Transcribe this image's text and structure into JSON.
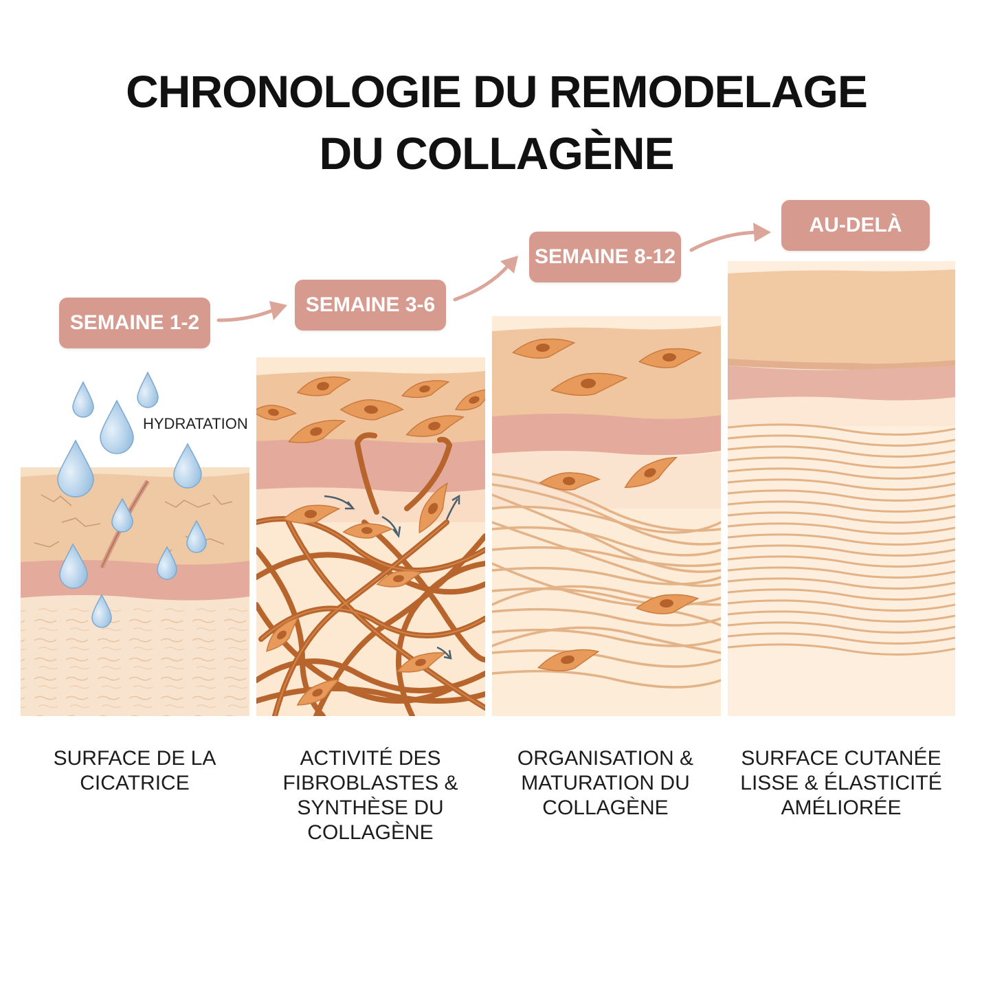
{
  "title": {
    "line1": "CHRONOLOGIE DU REMODELAGE",
    "line2": "DU COLLAGÈNE"
  },
  "colors": {
    "badge": "#d79a8f",
    "skin_top": "#f1c9a2",
    "dermis_band": "#e3a99c",
    "dermis_light": "#fde9d2",
    "collagen_dark": "#b8652d",
    "fibroblast": "#e89a5a",
    "droplet": "#a9cae6"
  },
  "stages": [
    {
      "badge": "SEMAINE 1-2",
      "caption_lines": [
        "SURFACE DE LA",
        "CICATRICE"
      ]
    },
    {
      "badge": "SEMAINE 3-6",
      "caption_lines": [
        "ACTIVITÉ DES",
        "FIBROBLASTES &",
        "SYNTHÈSE DU",
        "COLLAGÈNE"
      ]
    },
    {
      "badge": "SEMAINE 8-12",
      "caption_lines": [
        "ORGANISATION &",
        "MATURATION DU",
        "COLLAGÈNE"
      ]
    },
    {
      "badge": "AU-DELÀ",
      "caption_lines": [
        "SURFACE CUTANÉE",
        "LISSE & ÉLASTICITÉ",
        "AMÉLIORÉE"
      ]
    }
  ],
  "annotations": {
    "hydration": "HYDRATATION"
  },
  "icons": [
    "water-droplet-icon",
    "fibroblast-cell-icon",
    "progress-arrow-icon"
  ]
}
